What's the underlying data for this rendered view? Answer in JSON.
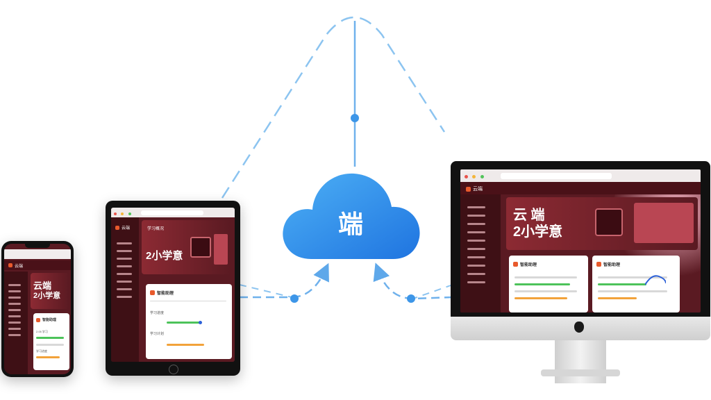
{
  "cloud": {
    "label": "端"
  },
  "colors": {
    "accent_blue": "#2f8fe6",
    "brand_red": "#8c2a33",
    "line_blue": "#7ab8ee"
  },
  "phone": {
    "logo_text": "云端",
    "menu_items": [
      "",
      "",
      "",
      "",
      "",
      "",
      "",
      "",
      ""
    ],
    "hero_title_line1": "云端",
    "hero_title_line2": "2小学意",
    "card_title": "智能助理",
    "row_label_1": "2.05 学习",
    "row_label_2": "学习进度"
  },
  "tablet": {
    "logo_text": "云端",
    "hero_subtitle": "学习概况",
    "hero_title": "2小学意",
    "card_title": "智能助理",
    "row_label_1": "学习进度",
    "row_label_2": "学习计划",
    "menu_items": [
      "",
      "",
      "",
      "",
      "",
      "",
      "",
      ""
    ]
  },
  "monitor": {
    "logo_text": "云端",
    "hero_title_line1": "云 端",
    "hero_title_line2": "2小学意",
    "card1_title": "智能助理",
    "card2_title": "智能助理",
    "menu_items": [
      "",
      "",
      "",
      "",
      "",
      "",
      "",
      "",
      "",
      "",
      ""
    ],
    "apple_logo": ""
  }
}
